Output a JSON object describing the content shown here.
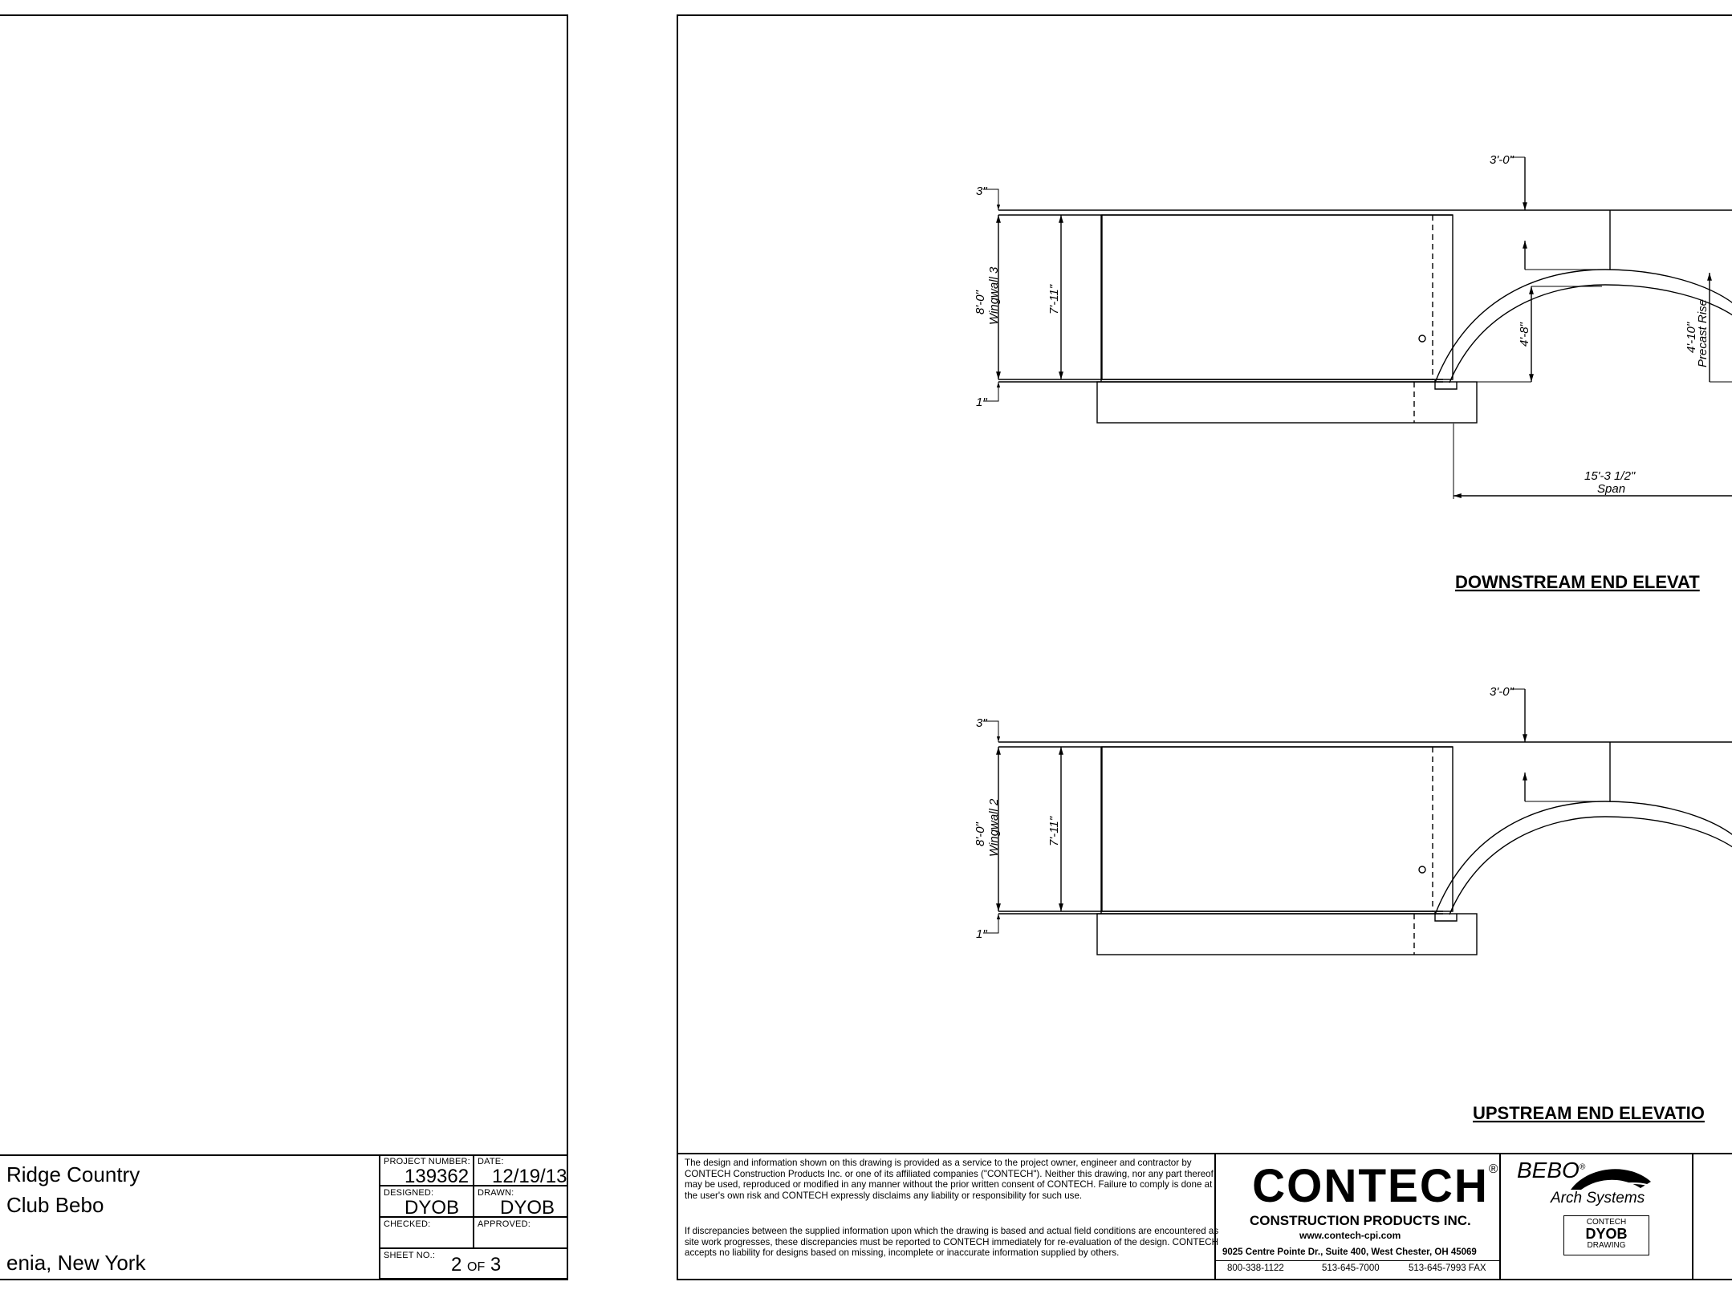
{
  "left_sheet": {
    "project_lines": [
      "Ridge Country",
      "Club Bebo",
      "enia, New York"
    ],
    "project_number_label": "PROJECT NUMBER:",
    "project_number": "139362",
    "date_label": "DATE:",
    "date": "12/19/13",
    "designed_label": "DESIGNED:",
    "designed": "DYOB",
    "drawn_label": "DRAWN:",
    "drawn": "DYOB",
    "checked_label": "CHECKED:",
    "approved_label": "APPROVED:",
    "sheet_no_label": "SHEET NO.:",
    "sheet_no": "2",
    "sheet_of": "OF",
    "sheet_total": "3"
  },
  "downstream": {
    "title": "DOWNSTREAM END ELEVAT",
    "dim_top": "3'-0\"",
    "dim_3in": "3\"",
    "dim_1in": "1\"",
    "wingwall_height": "8'-0\"",
    "wingwall_name": "Wingwall 3",
    "inner_height": "7'-11\"",
    "arch_height": "4'-8\"",
    "rise": "4'-10\"",
    "rise_label": "Precast Rise",
    "span": "15'-3 1/2\"",
    "span_label": "Span"
  },
  "upstream": {
    "title": "UPSTREAM END ELEVATIO",
    "dim_top": "3'-0\"",
    "dim_3in": "3\"",
    "dim_1in": "1\"",
    "wingwall_height": "8'-0\"",
    "wingwall_name": "Wingwall 2",
    "inner_height": "7'-11\""
  },
  "title_block": {
    "disclaimer_1": "The design and information shown on this drawing is provided as a service to the project owner, engineer and contractor by CONTECH Construction Products Inc. or one of its affiliated companies (\"CONTECH\"). Neither this drawing, nor any part thereof, may be used, reproduced or modified in any manner without the prior written consent of CONTECH.  Failure to comply is done at the user's own risk and CONTECH expressly disclaims any liability or responsibility for such use.",
    "disclaimer_2": "If discrepancies between the supplied information upon which the drawing is based and actual field conditions are encountered as site work progresses, these discrepancies must be reported to CONTECH immediately for re-evaluation of the design.  CONTECH accepts no liability for designs based on missing, incomplete or inaccurate information supplied by others.",
    "logo_text": "CONTECH",
    "logo_reg": "®",
    "logo_sub": "CONSTRUCTION PRODUCTS INC.",
    "website": "www.contech-cpi.com",
    "address": "9025 Centre Pointe Dr., Suite 400, West Chester, OH 45069",
    "phone_1": "800-338-1122",
    "phone_2": "513-645-7000",
    "fax": "513-645-7993 FAX",
    "bebo_logo": "BEBO",
    "bebo_reg": "®",
    "bebo_sub": "Arch Systems",
    "contech_label": "CONTECH",
    "dyob": "DYOB",
    "drawing_label": "DRAWING"
  }
}
